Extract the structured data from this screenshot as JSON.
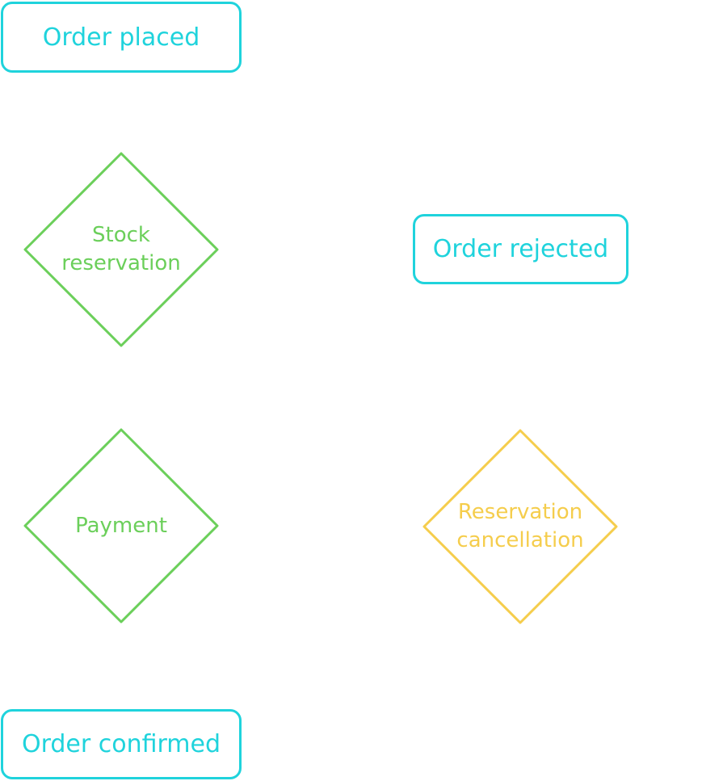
{
  "nodes": {
    "order_placed": "Order placed",
    "stock_reservation": [
      "Stock",
      "reservation"
    ],
    "order_rejected": "Order rejected",
    "payment": "Payment",
    "reservation_cancellation": [
      "Reservation",
      "cancellation"
    ],
    "order_confirmed": "Order confirmed"
  },
  "colors": {
    "event": "#1fd3dc",
    "process": "#6bcf5a",
    "compensation": "#f5cd4c"
  }
}
